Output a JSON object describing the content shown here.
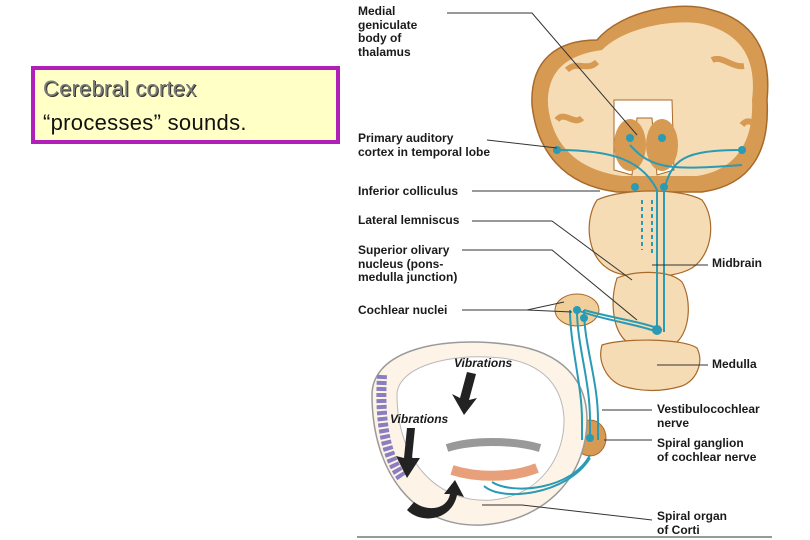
{
  "callout": {
    "line1": "Cerebral cortex",
    "line2": "“processes” sounds."
  },
  "labels": {
    "medial_geniculate": "Medial\ngeniculate\nbody of\nthalamus",
    "primary_auditory": "Primary auditory\ncortex in temporal lobe",
    "inferior_colliculus": "Inferior colliculus",
    "lateral_lemniscus": "Lateral lemniscus",
    "superior_olivary": "Superior olivary\nnucleus (pons-\nmedulla junction)",
    "cochlear_nuclei": "Cochlear nuclei",
    "midbrain": "Midbrain",
    "medulla": "Medulla",
    "vestibulocochlear": "Vestibulocochlear\nnerve",
    "spiral_ganglion": "Spiral ganglion\nof cochlear nerve",
    "spiral_organ": "Spiral organ\nof Corti",
    "vibrations_top": "Vibrations",
    "vibrations_left": "Vibrations"
  },
  "colors": {
    "callout_border": "#b21fb8",
    "callout_fill": "#ffffc6",
    "brain_tan": "#d69a52",
    "brain_light": "#f6dcb4",
    "pathway": "#2a9bb4"
  }
}
